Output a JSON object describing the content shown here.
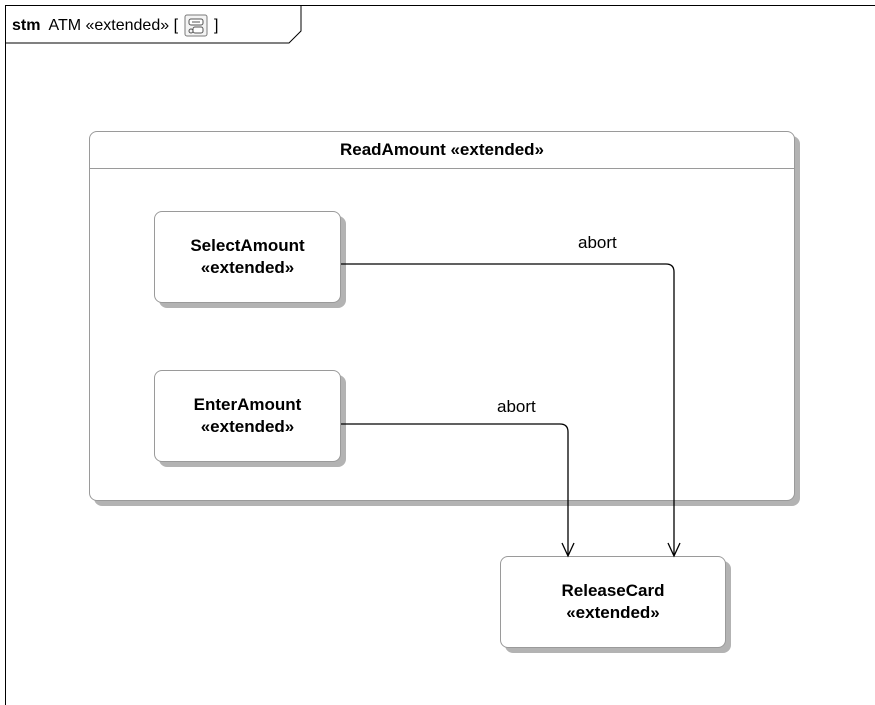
{
  "frame": {
    "keyword": "stm",
    "name": "ATM «extended» [",
    "close_bracket": "]",
    "icon": "state-machine-icon"
  },
  "composite_state": {
    "name": "ReadAmount «extended»"
  },
  "states": {
    "select_amount": {
      "line1": "SelectAmount",
      "line2": "«extended»"
    },
    "enter_amount": {
      "line1": "EnterAmount",
      "line2": "«extended»"
    },
    "release_card": {
      "line1": "ReleaseCard",
      "line2": "«extended»"
    }
  },
  "transitions": {
    "abort_from_select": "abort",
    "abort_from_enter": "abort"
  },
  "colors": {
    "border": "#9a9a9a",
    "shadow": "#b3b3b3",
    "line": "#000000"
  }
}
